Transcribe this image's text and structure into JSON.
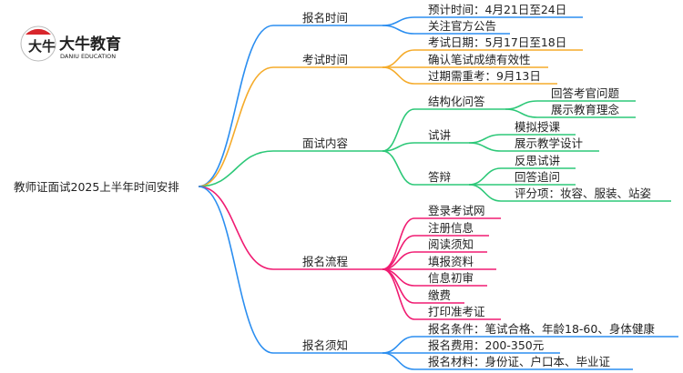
{
  "logo": {
    "name": "大牛教育",
    "subtitle": "DANIU EDUCATION"
  },
  "root": "教师证面试2025上半年时间安排",
  "branches": [
    {
      "label": "报名时间",
      "color": "#2b8ef0",
      "children": [
        {
          "label": "预计时间：4月21日至24日"
        },
        {
          "label": "关注官方公告"
        }
      ]
    },
    {
      "label": "考试时间",
      "color": "#f5ab2a",
      "children": [
        {
          "label": "考试日期：5月17日至18日"
        },
        {
          "label": "确认笔试成绩有效性"
        },
        {
          "label": "过期需重考：9月13日"
        }
      ]
    },
    {
      "label": "面试内容",
      "color": "#2dc878",
      "children": [
        {
          "label": "结构化问答",
          "children": [
            {
              "label": "回答考官问题"
            },
            {
              "label": "展示教育理念"
            }
          ]
        },
        {
          "label": "试讲",
          "children": [
            {
              "label": "模拟授课"
            },
            {
              "label": "展示教学设计"
            }
          ]
        },
        {
          "label": "答辩",
          "children": [
            {
              "label": "反思试讲"
            },
            {
              "label": "回答追问"
            },
            {
              "label": "评分项：妆容、服装、站姿"
            }
          ]
        }
      ]
    },
    {
      "label": "报名流程",
      "color": "#f01c72",
      "children": [
        {
          "label": "登录考试网"
        },
        {
          "label": "注册信息"
        },
        {
          "label": "阅读须知"
        },
        {
          "label": "填报资料"
        },
        {
          "label": "信息初审"
        },
        {
          "label": "缴费"
        },
        {
          "label": "打印准考证"
        }
      ]
    },
    {
      "label": "报名须知",
      "color": "#2b8ef0",
      "children": [
        {
          "label": "报名条件：笔试合格、年龄18-60、身体健康"
        },
        {
          "label": "报名费用：200-350元"
        },
        {
          "label": "报名材料：身份证、户口本、毕业证"
        }
      ]
    }
  ]
}
